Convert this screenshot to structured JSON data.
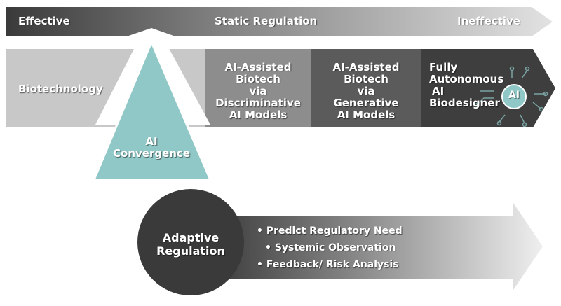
{
  "top_arrow": {
    "left_label": "Effective",
    "center_label": "Static Regulation",
    "right_label": "Ineffective"
  },
  "stages": [
    {
      "lines": [
        "Biotechnology"
      ]
    },
    {
      "lines": [
        "AI-Assisted",
        "Biotech",
        "via",
        "Discriminative",
        "AI Models"
      ]
    },
    {
      "lines": [
        "AI-Assisted",
        "Biotech",
        "via",
        "Generative",
        "AI Models"
      ]
    },
    {
      "lines": [
        "Fully",
        "Autonomous",
        "AI",
        "Biodesigner"
      ]
    }
  ],
  "ai_badge": "AI",
  "convergence": {
    "lines": [
      "AI",
      "Convergence"
    ]
  },
  "adaptive": {
    "lines": [
      "Adaptive",
      "Regulation"
    ],
    "bullets": [
      "• Predict Regulatory Need",
      "• Systemic Observation",
      "• Feedback/ Risk Analysis"
    ]
  },
  "colors": {
    "dark": "#3a3a3a",
    "teal": "#8fc8c7",
    "light_gray": "#c8c8c8",
    "mid_gray": "#8d8d8d",
    "dark_gray": "#5b5b5b",
    "darkest_gray": "#3e3e3e"
  }
}
